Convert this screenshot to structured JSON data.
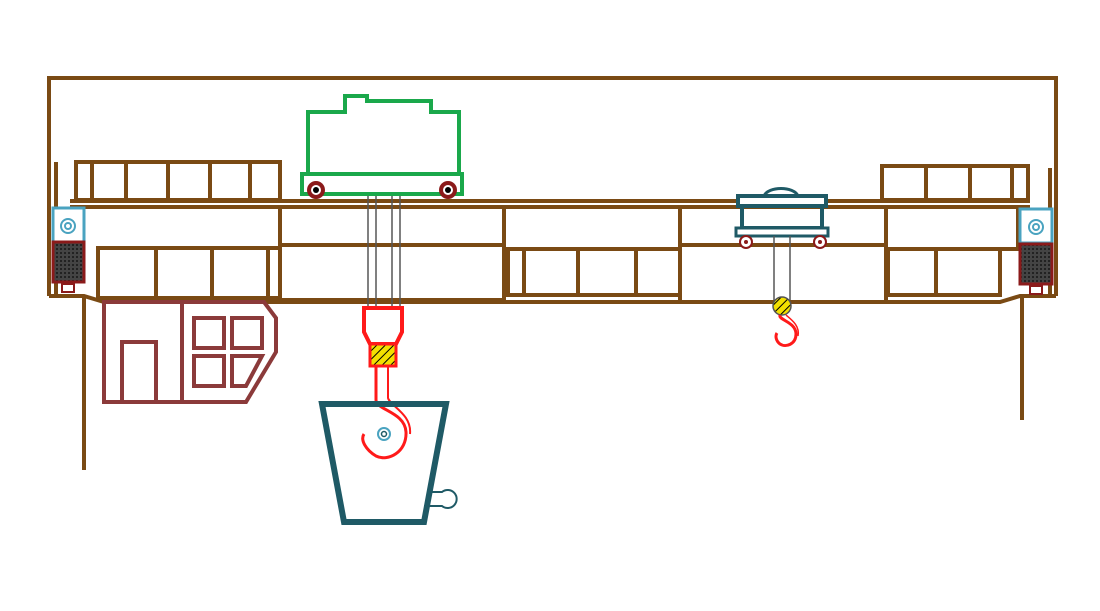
{
  "diagram": {
    "subject": "overhead-bridge-crane",
    "colors": {
      "frame": "#7a4a14",
      "main_trolley": "#1aa84b",
      "aux_trolley": "#1f5a66",
      "hook": "#ff1a1a",
      "cab": "#8b3a3a",
      "ladle": "#1f5a66",
      "end_carriage": "#4aa3c0",
      "hatch_fill": "#f2df00",
      "wheel": "#8b1a1a"
    },
    "components": [
      "bridge-frame",
      "main-trolley",
      "auxiliary-trolley",
      "main-hook",
      "auxiliary-hook",
      "operator-cab",
      "ladle",
      "end-carriage-left",
      "end-carriage-right"
    ]
  }
}
